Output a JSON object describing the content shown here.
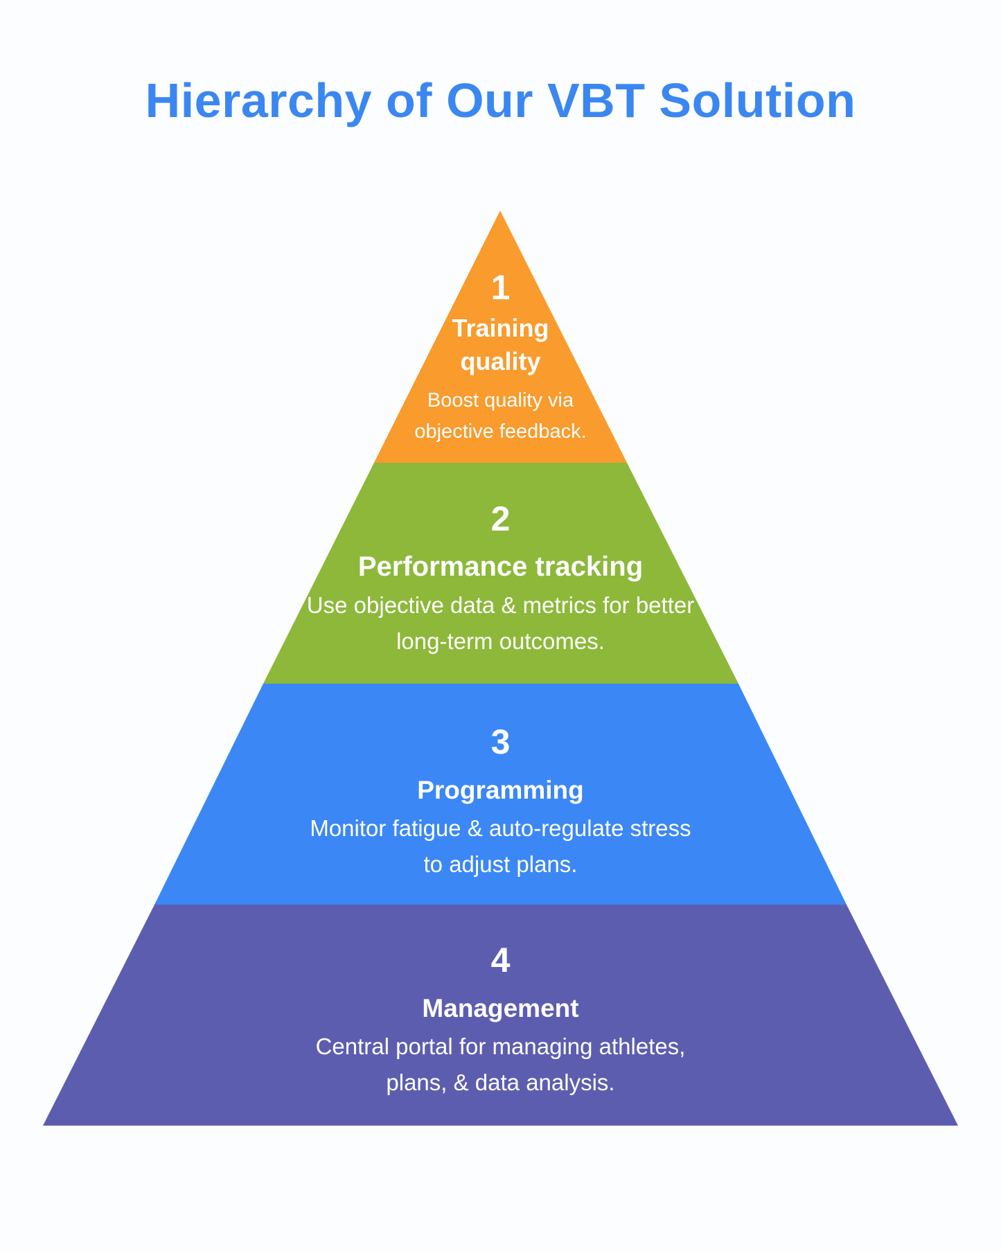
{
  "title": "Hierarchy of Our VBT Solution",
  "tiers": [
    {
      "number": "1",
      "label": "Training quality",
      "description": "Boost quality via objective feedback.",
      "color": "#f99b2d"
    },
    {
      "number": "2",
      "label": "Performance tracking",
      "description": "Use objective data & metrics for better long-term outcomes.",
      "color": "#8db83a"
    },
    {
      "number": "3",
      "label": "Programming",
      "description": "Monitor fatigue & auto-regulate stress to adjust plans.",
      "color": "#3b87f5"
    },
    {
      "number": "4",
      "label": "Management",
      "description": "Central portal for managing athletes, plans, & data analysis.",
      "color": "#5d5db0"
    }
  ]
}
